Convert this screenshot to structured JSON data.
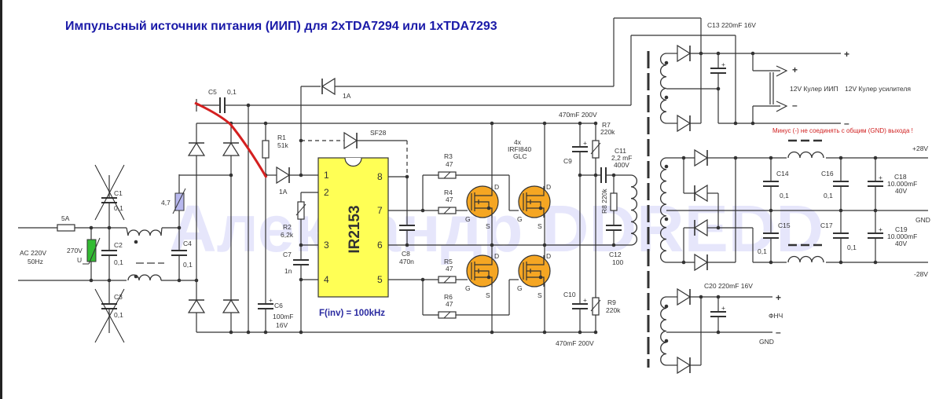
{
  "title": "Импульсный источник питания (ИИП) для 2xTDA7294 или 1xTDA7293",
  "watermark": "Александр DDREDD",
  "input": {
    "ac": "AC 220V",
    "freq": "50Hz",
    "fuse": "5A",
    "varistor": "270V",
    "varistor_u": "U",
    "thermistor": "4,7"
  },
  "caps": {
    "c1": "C1",
    "c1v": "0,1",
    "c2": "C2",
    "c2v": "0,1",
    "c3": "C3",
    "c3v": "0,1",
    "c4": "C4",
    "c4v": "0,1",
    "c5": "C5",
    "c5v": "0,1",
    "c6": "C6",
    "c6v": "100mF",
    "c6u": "16V",
    "c7": "C7",
    "c7v": "1n",
    "c8": "C8",
    "c8v": "470n",
    "c9": "C9",
    "c10": "C10",
    "c9v": "470mF 200V",
    "c10v": "470mF 200V",
    "c11": "C11",
    "c11v": "2,2 mF",
    "c11u": "400V",
    "c12": "C12",
    "c12v": "100",
    "c13": "C13 220mF 16V",
    "c14": "C14",
    "c14v": "0,1",
    "c15": "C15",
    "c15v": "0,1",
    "c16": "C16",
    "c16v": "0,1",
    "c17": "C17",
    "c17v": "0,1",
    "c18": "C18",
    "c18v": "10.000mF",
    "c18u": "40V",
    "c19": "C19",
    "c19v": "10.000mF",
    "c19u": "40V",
    "c20": "C20 220mF 16V"
  },
  "resistors": {
    "r1": "R1",
    "r1v": "51k",
    "r2": "R2",
    "r2v": "6,2k",
    "r3": "R3",
    "r3v": "47",
    "r4": "R4",
    "r4v": "47",
    "r5": "R5",
    "r5v": "47",
    "r6": "R6",
    "r6v": "47",
    "r7": "R7",
    "r7v": "220k",
    "r8": "R8 220k",
    "r9": "R9",
    "r9v": "220k"
  },
  "diodes": {
    "d1": "1A",
    "d2": "1A",
    "sf28": "SF28"
  },
  "ic": {
    "name": "IR2153",
    "pins": [
      "1",
      "2",
      "3",
      "4",
      "5",
      "6",
      "7",
      "8"
    ],
    "freq": "F(inv) = 100kHz"
  },
  "mosfets": {
    "count": "4x",
    "model": "IRFI840",
    "suffix": "GLC",
    "d": "D",
    "s": "S",
    "g": "G"
  },
  "outputs": {
    "plus": "+",
    "minus": "–",
    "fan_psu": "12V Кулер ИИП",
    "fan_amp": "12V Кулер усилителя",
    "warning": "Минус (-) не соединять с общим (GND) выхода !",
    "v_pos": "+28V",
    "gnd": "GND",
    "v_neg": "-28V",
    "lpf": "ФНЧ",
    "gnd2": "GND"
  }
}
